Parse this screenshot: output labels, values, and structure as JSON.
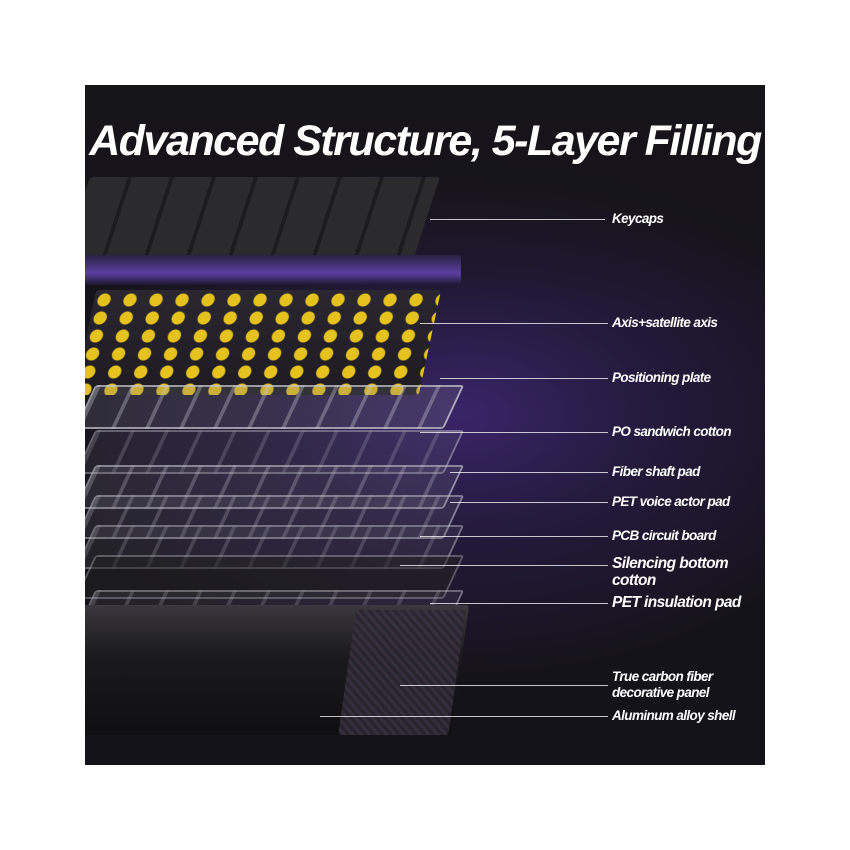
{
  "title": "Advanced Structure, 5-Layer Filling",
  "labels": {
    "keycaps": "Keycaps",
    "axis": "Axis+satellite axis",
    "positioning_plate": "Positioning plate",
    "po_cotton": "PO sandwich cotton",
    "fiber_pad": "Fiber shaft pad",
    "pet_voice": "PET voice actor pad",
    "pcb": "PCB circuit board",
    "silencing_1": "Silencing bottom",
    "silencing_2": "cotton",
    "pet_insulation": "PET insulation pad",
    "carbon_1": "True carbon fiber",
    "carbon_2": "decorative panel",
    "shell": "Aluminum alloy shell"
  },
  "colors": {
    "switch": "#e6c21f",
    "accent": "#5a3fa0"
  }
}
